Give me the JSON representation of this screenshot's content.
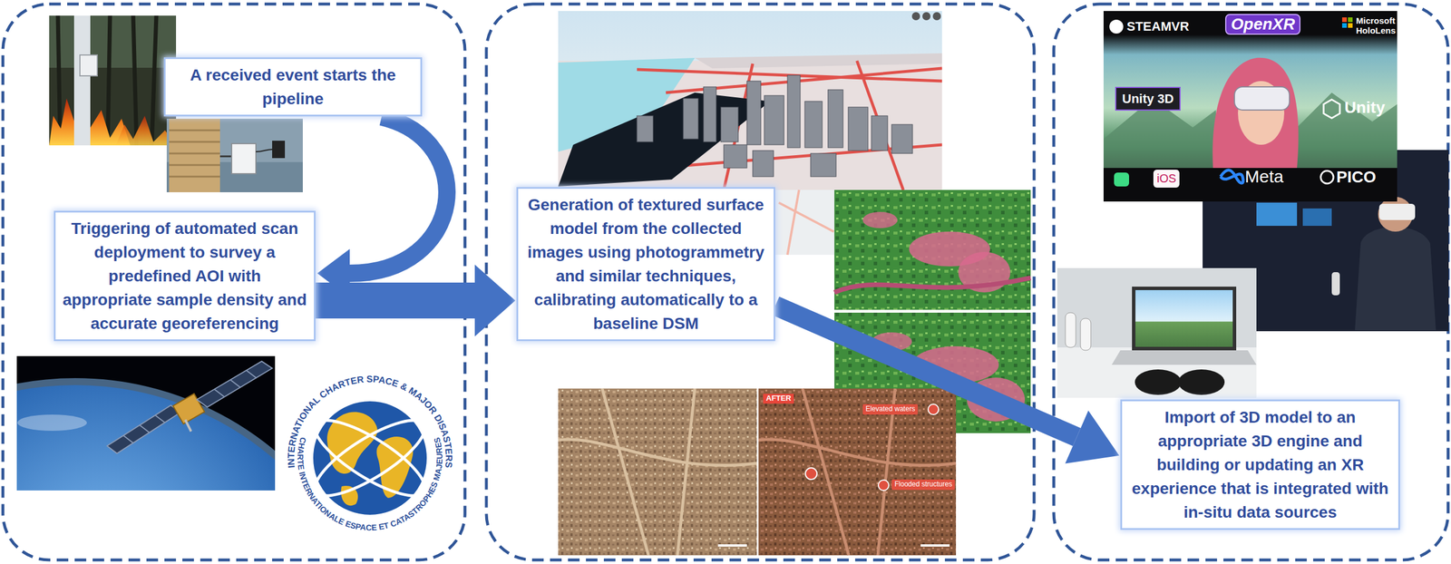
{
  "diagram": {
    "nodes": [
      {
        "text": [
          "A received event starts the pipeline"
        ]
      },
      {
        "text": [
          "Triggering of automated scan deployment to survey a predefined AOI with appropriate sample density and accurate georeferencing"
        ]
      },
      {
        "text": [
          "Generation of textured surface model from the collected images using photogrammetry and similar techniques, calibrating automatically to a baseline DSM"
        ]
      },
      {
        "text": [
          "Import of 3D model to an appropriate 3D engine and building or updating an XR experience that is integrated with in-situ data sources"
        ]
      }
    ],
    "edges": [
      {
        "from": 0,
        "to": 1,
        "arrow": "to"
      },
      {
        "from": 1,
        "to": 2,
        "arrow": "to"
      },
      {
        "from": 2,
        "to": 3,
        "arrow": "to"
      }
    ],
    "labels": [
      "STEAMVR",
      "OpenXR",
      "Microsoft HoloLens",
      "Unity 3D",
      "Unity",
      "iOS",
      "Meta",
      "PICO",
      "AFTER",
      "Elevated waters",
      "Flooded structures",
      "INTERNATIONAL CHARTER SPACE & MAJOR DISASTERS",
      "CHARTE INTERNATIONALE ESPACE ET CATASTROPHES MAJEURES"
    ]
  }
}
